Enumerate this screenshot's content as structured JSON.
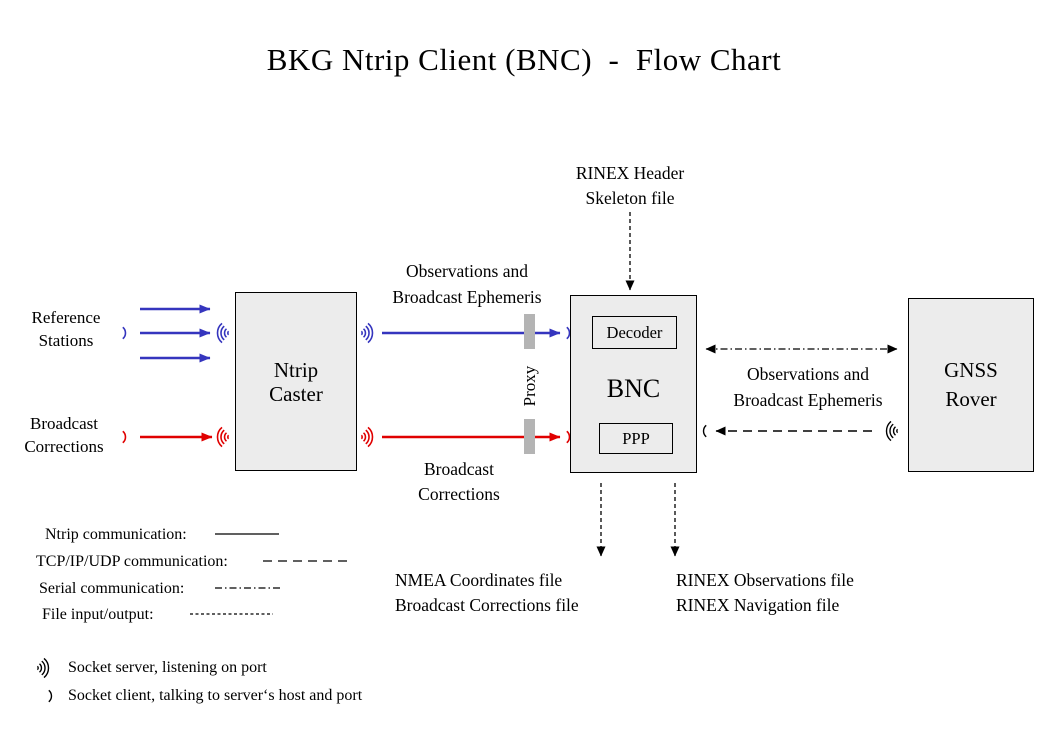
{
  "title": "BKG Ntrip Client (BNC)  -  Flow Chart",
  "colors": {
    "ntrip_blue": "#3535BE",
    "corrections_red": "#E00000",
    "proxy_gray": "#B4B4B4",
    "box_fill": "#ECECEC",
    "line_black": "#000000"
  },
  "nodes": {
    "ntrip_caster": "Ntrip Caster",
    "bnc": "BNC",
    "decoder": "Decoder",
    "ppp": "PPP",
    "gnss_rover": "GNSS Rover",
    "proxy": "Proxy"
  },
  "sources": {
    "reference_stations": "Reference Stations",
    "broadcast_corrections": "Broadcast Corrections",
    "rinex_header_skeleton": "RINEX Header Skeleton file"
  },
  "flow_labels": {
    "caster_to_bnc_top": "Observations and Broadcast Ephemeris",
    "caster_to_bnc_bottom": "Broadcast Corrections",
    "bnc_rover": "Observations and Broadcast Ephemeris"
  },
  "outputs": {
    "nmea_line1": "NMEA Coordinates file",
    "nmea_line2": "Broadcast Corrections file",
    "rinex_line1": "RINEX Observations file",
    "rinex_line2": "RINEX Navigation file"
  },
  "legend": {
    "ntrip": "Ntrip communication:",
    "tcp": "TCP/IP/UDP communication:",
    "serial": "Serial communication:",
    "file": "File input/output:",
    "socket_server": "Socket server, listening on port",
    "socket_client": "Socket client, talking to server‘s host and port"
  }
}
